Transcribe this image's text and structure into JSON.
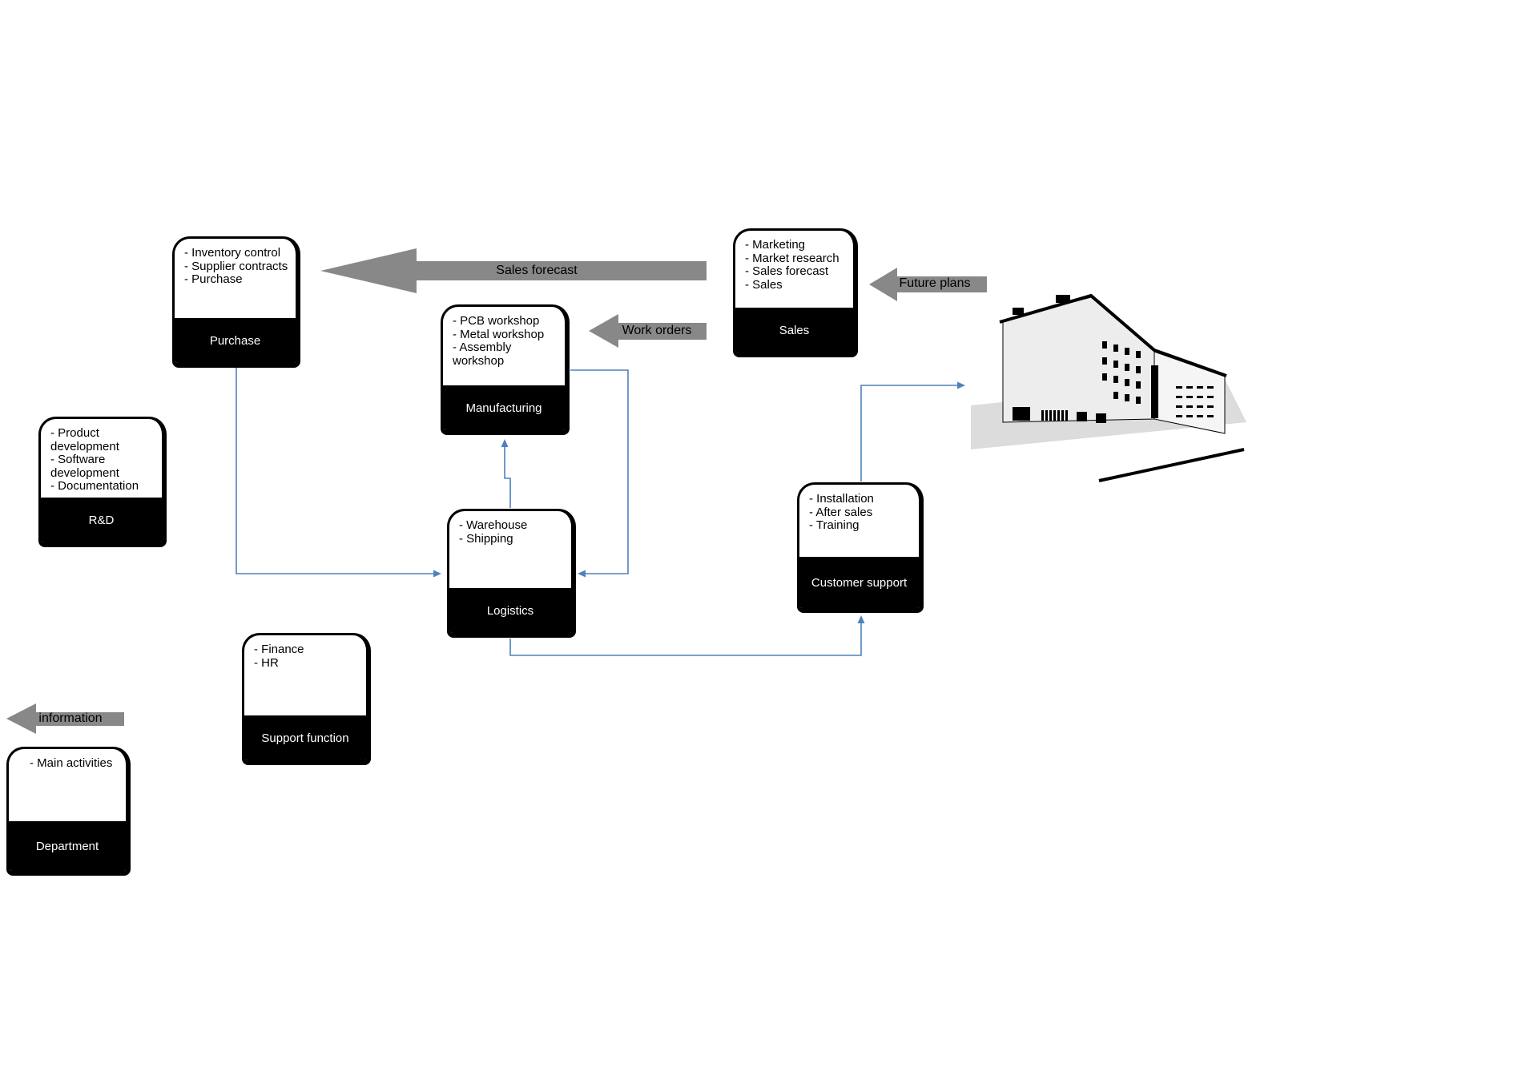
{
  "colors": {
    "block_arrow_gray": "#888888",
    "connector_blue": "#4f81bd",
    "box_band_black": "#000000",
    "band_text_white": "#ffffff"
  },
  "departments": {
    "purchase": {
      "activities": "- Inventory control\n- Supplier contracts\n- Purchase",
      "label": "Purchase"
    },
    "sales": {
      "activities": "- Marketing\n- Market research\n- Sales forecast\n- Sales",
      "label": "Sales"
    },
    "manufacturing": {
      "activities": "- PCB workshop\n- Metal workshop\n- Assembly workshop",
      "label": "Manufacturing"
    },
    "rnd": {
      "activities": "- Product development\n- Software development\n- Documentation",
      "label": "R&D"
    },
    "logistics": {
      "activities": "- Warehouse\n- Shipping",
      "label": "Logistics"
    },
    "customer_support": {
      "activities": "- Installation\n- After sales\n- Training",
      "label": "Customer support"
    },
    "support_function": {
      "activities": "- Finance\n- HR",
      "label": "Support function"
    }
  },
  "legend": {
    "department": {
      "activities": "- Main activities",
      "label": "Department"
    },
    "information_arrow_label": "information"
  },
  "flow_arrows": {
    "sales_forecast": "Sales forecast",
    "work_orders": "Work orders",
    "future_plans": "Future plans"
  },
  "icons": {
    "building": "factory-building-illustration"
  }
}
